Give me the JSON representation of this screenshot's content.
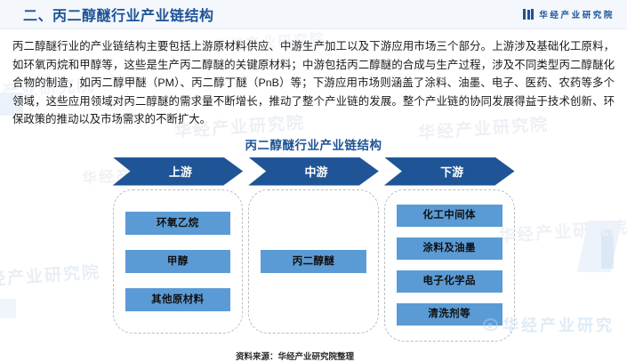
{
  "header": {
    "section_title": "二、丙二醇醚行业产业链结构",
    "brand_name": "华经产业研究院",
    "accent_color": "#1d5496",
    "band_color": "#f4f7fc"
  },
  "article": {
    "paragraph": "丙二醇醚行业的产业链结构主要包括上游原材料供应、中游生产加工以及下游应用市场三个部分。上游涉及基础化工原料，如环氧丙烷和甲醇等，这些是生产丙二醇醚的关键原材料；中游包括丙二醇醚的合成与生产过程，涉及不同类型丙二醇醚化合物的制造，如丙二醇甲醚（PM）、丙二醇丁醚（PnB）等；下游应用市场则涵盖了涂料、油墨、电子、医药、农药等多个领域，这些应用领域对丙二醇醚的需求量不断增长，推动了整个产业链的发展。整个产业链的协同发展得益于技术创新、环保政策的推动以及市场需求的不断扩大。"
  },
  "figure": {
    "title": "丙二醇醚行业产业链结构",
    "arrow_color": "#1f5596",
    "node_color": "#5b9bd5",
    "border_style": "dashed",
    "stages": [
      {
        "key": "upstream",
        "label": "上游",
        "nodes": [
          "环氧乙烷",
          "甲醇",
          "其他原材料"
        ]
      },
      {
        "key": "midstream",
        "label": "中游",
        "nodes": [
          "丙二醇醚"
        ]
      },
      {
        "key": "downstream",
        "label": "下游",
        "nodes": [
          "化工中间体",
          "涂料及油墨",
          "电子化学品",
          "清洗剂等"
        ]
      }
    ]
  },
  "footer": {
    "source": "资料来源：华经产业研究院整理",
    "watermark_text": "华经产业研究"
  },
  "watermarks": {
    "text": "华经产业研究院"
  }
}
